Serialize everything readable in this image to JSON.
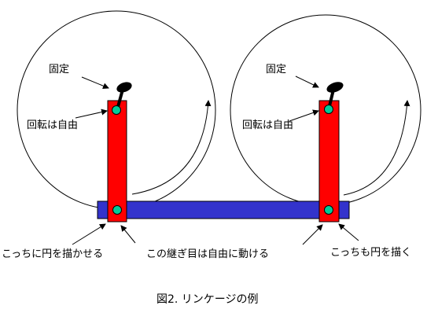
{
  "labels": {
    "left_fixed": "固定",
    "left_rotation": "回転は自由",
    "right_fixed": "固定",
    "right_rotation": "回転は自由",
    "bottom_left": "こっちに円を描かせる",
    "bottom_center": "この継ぎ目は自由に動ける",
    "bottom_right": "こっちも円を描く"
  },
  "caption": "図2. リンケージの例",
  "colors": {
    "vertical_link": "#ff0000",
    "horizontal_link": "#3333cc",
    "pivot": "#00cc99",
    "fixed_mount": "#000000",
    "outline": "#000000"
  }
}
